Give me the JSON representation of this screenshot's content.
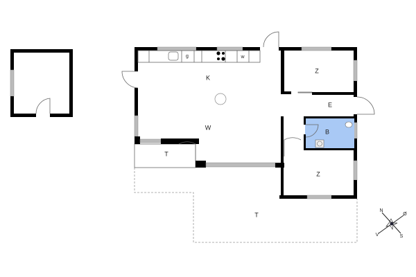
{
  "rooms": {
    "kitchen": "K",
    "living": "W",
    "room_upper": "Z",
    "entry": "E",
    "bath": "B",
    "room_lower": "Z",
    "covered_terrace": "T",
    "terrace": "T"
  },
  "counter": {
    "fridge_label": "g",
    "washer_label": "w"
  },
  "compass": {
    "n": "N",
    "e": "Ø",
    "s": "S",
    "w": "V"
  },
  "colors": {
    "bath_fill": "#a9c9f5",
    "wall": "#000000",
    "window": "#bbbbbb"
  }
}
